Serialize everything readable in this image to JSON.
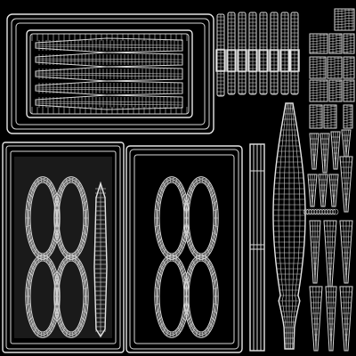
{
  "image": {
    "kind": "uv-wireframe-texture-layout",
    "background": "#000000",
    "wire_color": "#e0e0e0",
    "visible_text": []
  },
  "islands": [
    {
      "name": "case-lid-island",
      "part": "lid"
    },
    {
      "name": "case-tray-left-island",
      "part": "tray"
    },
    {
      "name": "case-tray-right-island",
      "part": "tray"
    },
    {
      "name": "clip-strip-group",
      "part": "clips"
    },
    {
      "name": "small-patch-grid",
      "part": "patches"
    },
    {
      "name": "hinge-bar-island",
      "part": "hinge"
    },
    {
      "name": "tool-handle-island",
      "part": "handle"
    },
    {
      "name": "cone-tip-group",
      "part": "tips"
    }
  ]
}
